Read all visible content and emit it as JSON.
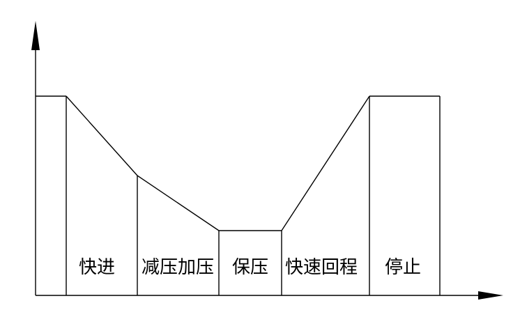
{
  "stages": [
    {
      "id": "fast-advance",
      "label": "快进"
    },
    {
      "id": "decompress-pressurize",
      "label": "减压加压"
    },
    {
      "id": "hold-pressure",
      "label": "保压"
    },
    {
      "id": "fast-return",
      "label": "快速回程"
    },
    {
      "id": "stop",
      "label": "停止"
    }
  ],
  "colors": {
    "line": "#000000",
    "background": "#ffffff"
  }
}
